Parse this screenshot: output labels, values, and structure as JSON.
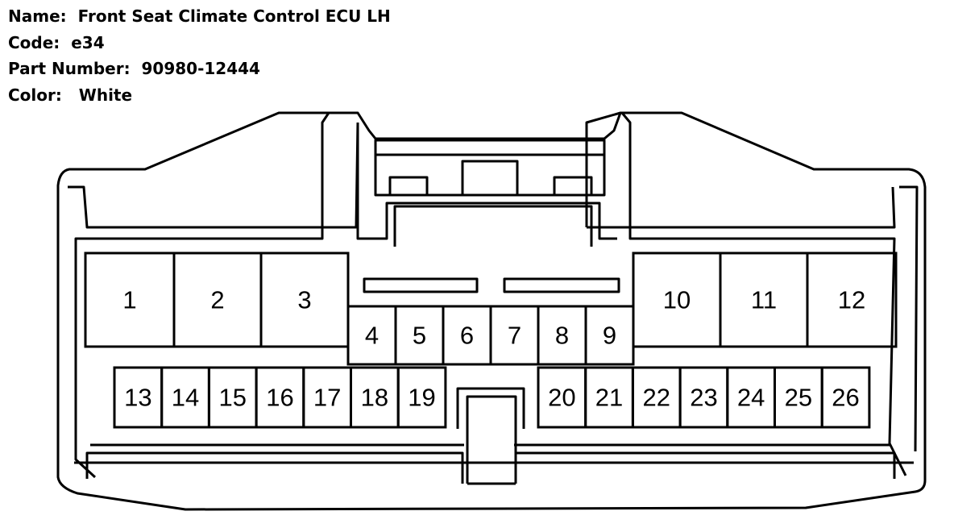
{
  "info": {
    "name_label": "Name:",
    "name_value": "Front Seat Climate Control ECU LH",
    "code_label": "Code:",
    "code_value": "e34",
    "part_label": "Part Number:",
    "part_value": "90980-12444",
    "color_label": "Color:",
    "color_value": "White"
  },
  "pins": {
    "large_left": [
      "1",
      "2",
      "3"
    ],
    "middle": [
      "4",
      "5",
      "6",
      "7",
      "8",
      "9"
    ],
    "large_right": [
      "10",
      "11",
      "12"
    ],
    "bottom_left": [
      "13",
      "14",
      "15",
      "16",
      "17",
      "18",
      "19"
    ],
    "bottom_right": [
      "20",
      "21",
      "22",
      "23",
      "24",
      "25",
      "26"
    ]
  }
}
